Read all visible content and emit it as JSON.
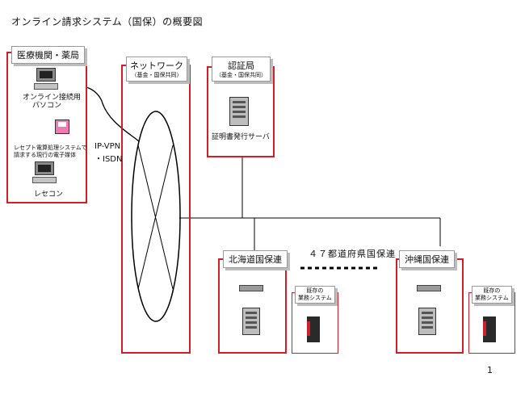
{
  "title": "オンライン請求システム（国保）の概要図",
  "medical": {
    "label": "医療機関・薬局",
    "pc_online_line1": "オンライン接続用",
    "pc_online_line2": "パソコン",
    "receipt_system_line1": "レセプト電算処理システムで",
    "receipt_system_line2": "請求する現行の電子媒体",
    "pc_rececon": "レセコン"
  },
  "network": {
    "label": "ネットワーク",
    "sub": "（基金・国保共同）",
    "connection_line1": "IP-VPN",
    "connection_line2": "・ISDN"
  },
  "auth": {
    "label": "認証局",
    "sub": "（基金・国保共同）",
    "server_label": "証明書発行サーバ"
  },
  "prefectures": {
    "hokkaido": "北海道国保連",
    "okinawa": "沖縄国保連",
    "middle_label": "４７都道府県国保連",
    "existing_line1": "既存の",
    "existing_line2": "業務システム"
  },
  "page_number": "1",
  "colors": {
    "box_border": "#d11f2a",
    "arrow": "#1030c8"
  }
}
